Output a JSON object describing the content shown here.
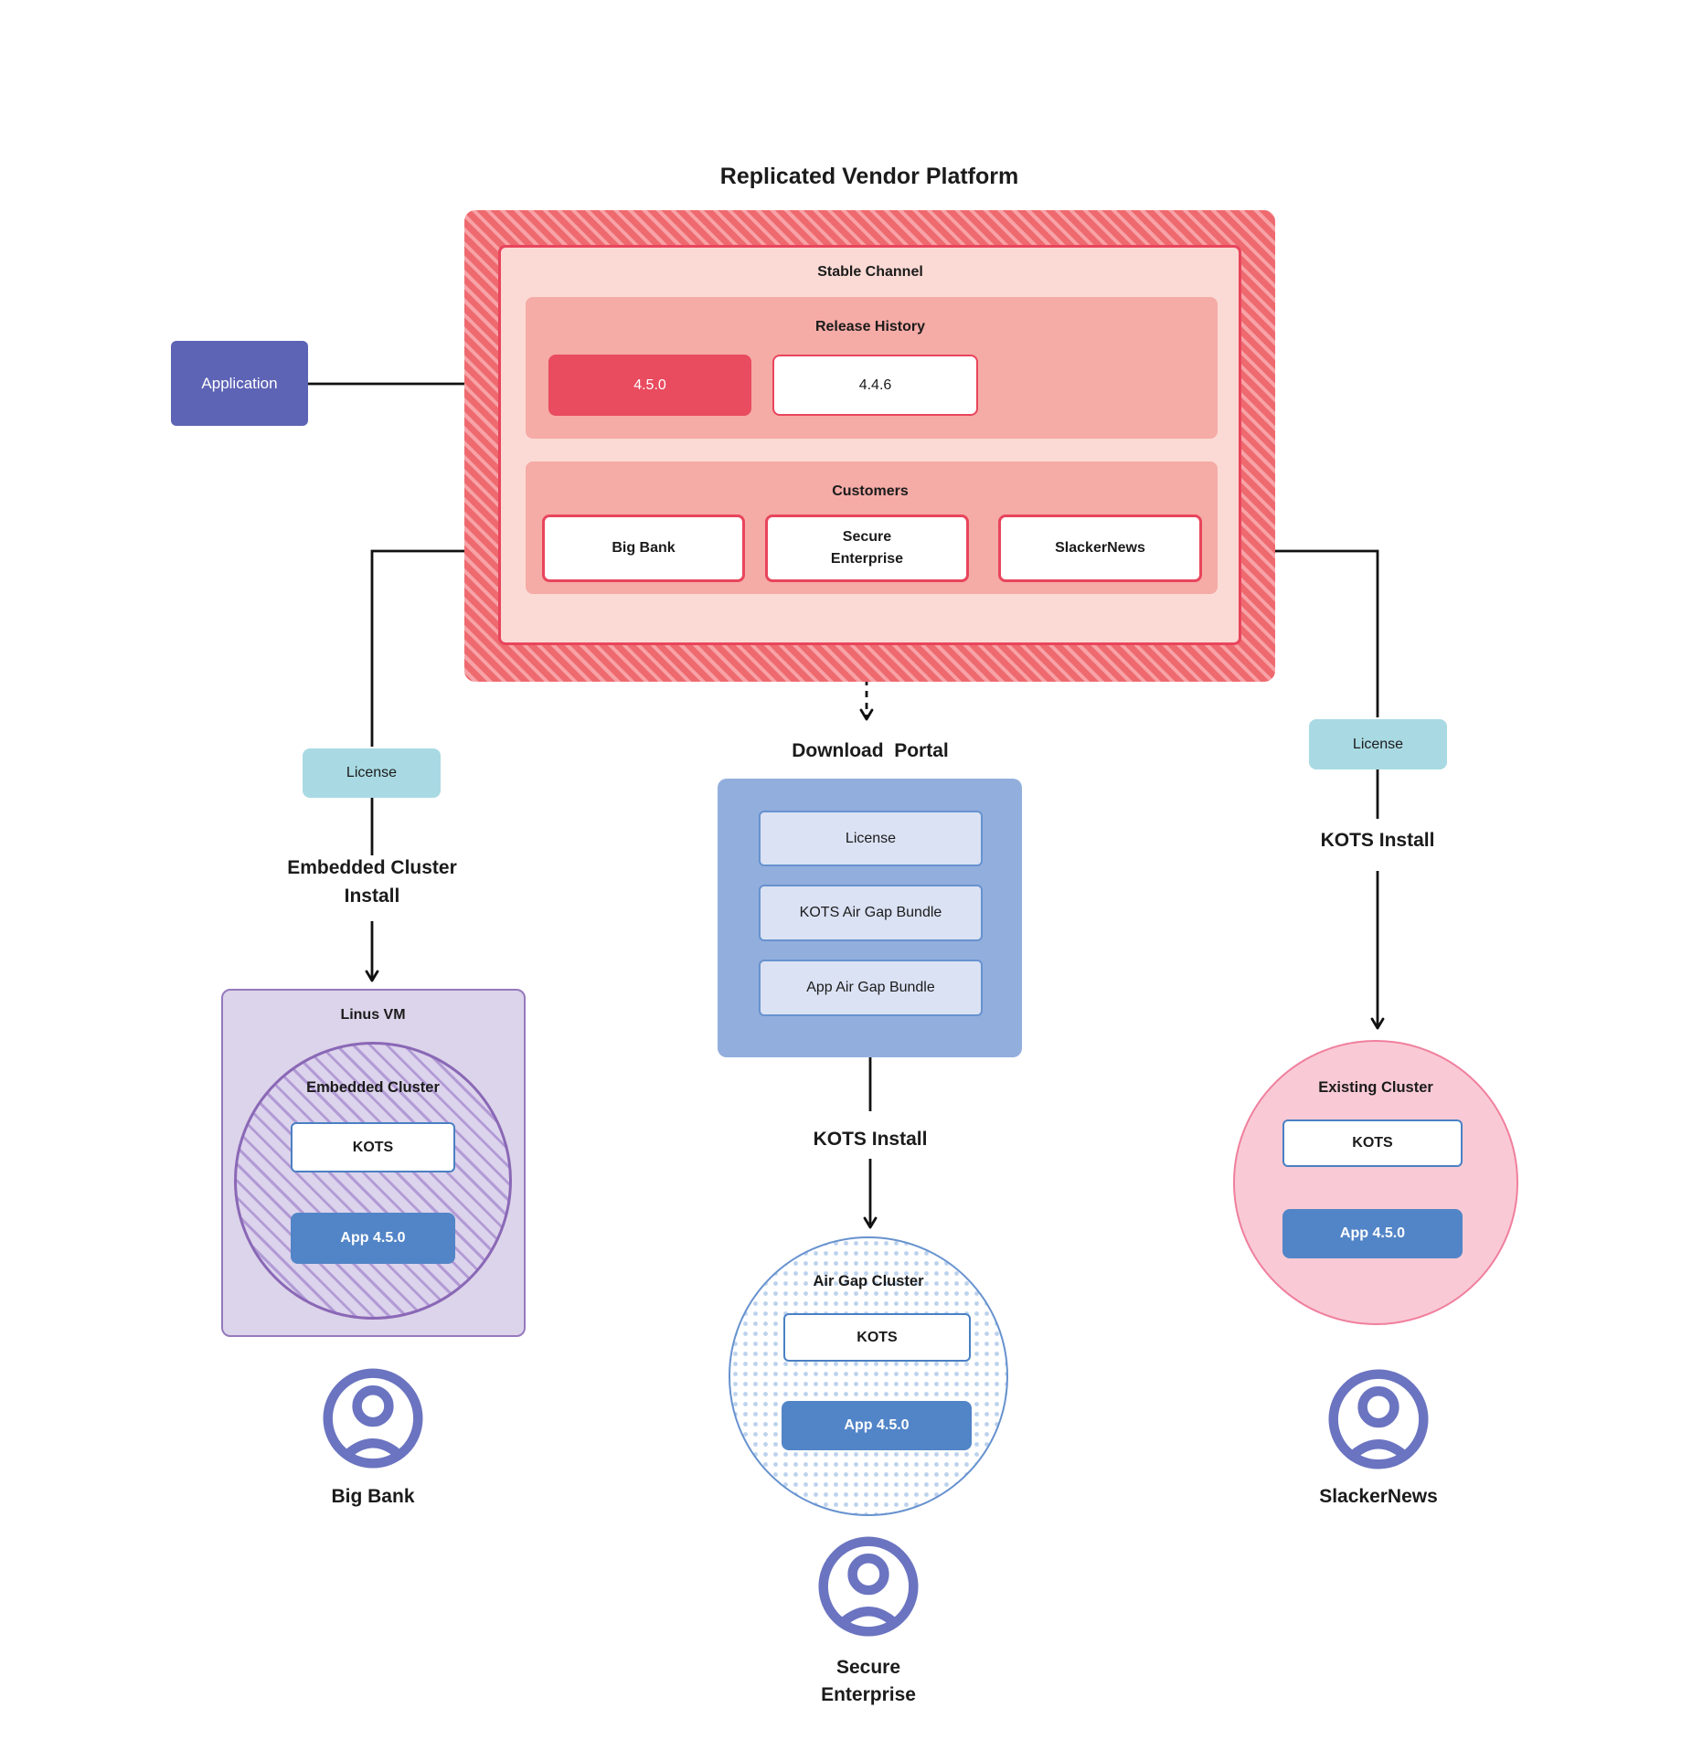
{
  "title": "Replicated Vendor Platform",
  "application": {
    "label": "Application"
  },
  "platform": {
    "stable_channel": {
      "label": "Stable Channel",
      "release_history": {
        "label": "Release History",
        "releases": [
          {
            "version": "4.5.0",
            "current": true
          },
          {
            "version": "4.4.6",
            "current": false
          }
        ]
      },
      "customers": {
        "label": "Customers",
        "items": [
          {
            "name": "Big Bank"
          },
          {
            "name": "Secure\nEnterprise"
          },
          {
            "name": "SlackerNews"
          }
        ]
      }
    }
  },
  "left_flow": {
    "license_label": "License",
    "install_label": "Embedded Cluster\nInstall",
    "vm": {
      "label": "Linus VM",
      "cluster_label": "Embedded Cluster",
      "kots_label": "KOTS",
      "app_label": "App 4.5.0"
    },
    "user": {
      "name": "Big Bank"
    }
  },
  "middle_flow": {
    "portal_label": "Download  Portal",
    "portal_items": [
      {
        "label": "License"
      },
      {
        "label": "KOTS Air Gap Bundle"
      },
      {
        "label": "App Air Gap Bundle"
      }
    ],
    "install_label": "KOTS Install",
    "cluster": {
      "label": "Air Gap Cluster",
      "kots_label": "KOTS",
      "app_label": "App 4.5.0"
    },
    "user": {
      "name": "Secure\nEnterprise"
    }
  },
  "right_flow": {
    "license_label": "License",
    "install_label": "KOTS Install",
    "cluster": {
      "label": "Existing Cluster",
      "kots_label": "KOTS",
      "app_label": "App 4.5.0"
    },
    "user": {
      "name": "SlackerNews"
    }
  },
  "colors": {
    "hatch_red_dark": "#ee6a6f",
    "hatch_red_light": "#f7a2a6",
    "stable_channel_bg": "#fbdad5",
    "section_bg": "#f5aba6",
    "red_border": "#e8455c",
    "release_current_bg": "#e94b5f",
    "application_bg": "#5d63b5",
    "license_bg": "#a9dae3",
    "portal_bg": "#92aedd",
    "portal_item_bg": "#dbe2f4",
    "portal_item_border": "#6792cf",
    "kots_border": "#4a80c4",
    "app_version_bg": "#5285c7",
    "vm_bg": "#dcd4ea",
    "vm_border": "#9579bd",
    "cluster_hatch": "#b29bd5",
    "cluster_border": "#8a68b6",
    "existing_cluster_bg": "#f9cad5",
    "existing_cluster_border": "#f07f9d",
    "airgap_dot": "#bcd2ec",
    "user_icon": "#6b74c0"
  }
}
